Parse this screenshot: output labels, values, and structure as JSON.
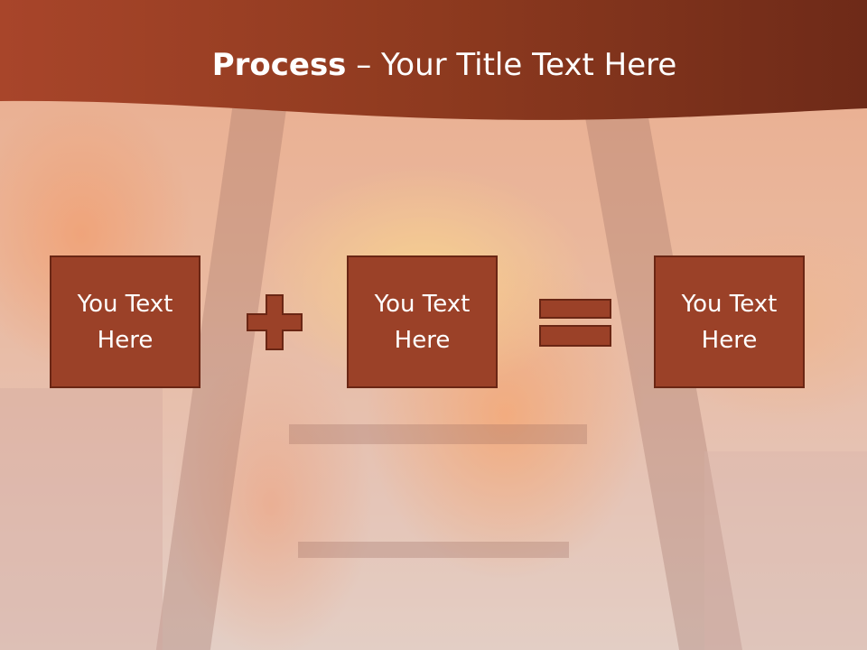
{
  "slide": {
    "title_bold": "Process",
    "title_rest": " – Your Title Text Here",
    "boxes": [
      {
        "label": "You Text\nHere"
      },
      {
        "label": "You Text\nHere"
      },
      {
        "label": "You Text\nHere"
      }
    ],
    "operators": [
      "plus-icon",
      "equals-icon"
    ],
    "colors": {
      "title_band": "#8e3a1f",
      "box_fill": "#9b4128",
      "box_border": "#6a2614",
      "text": "#ffffff"
    }
  }
}
